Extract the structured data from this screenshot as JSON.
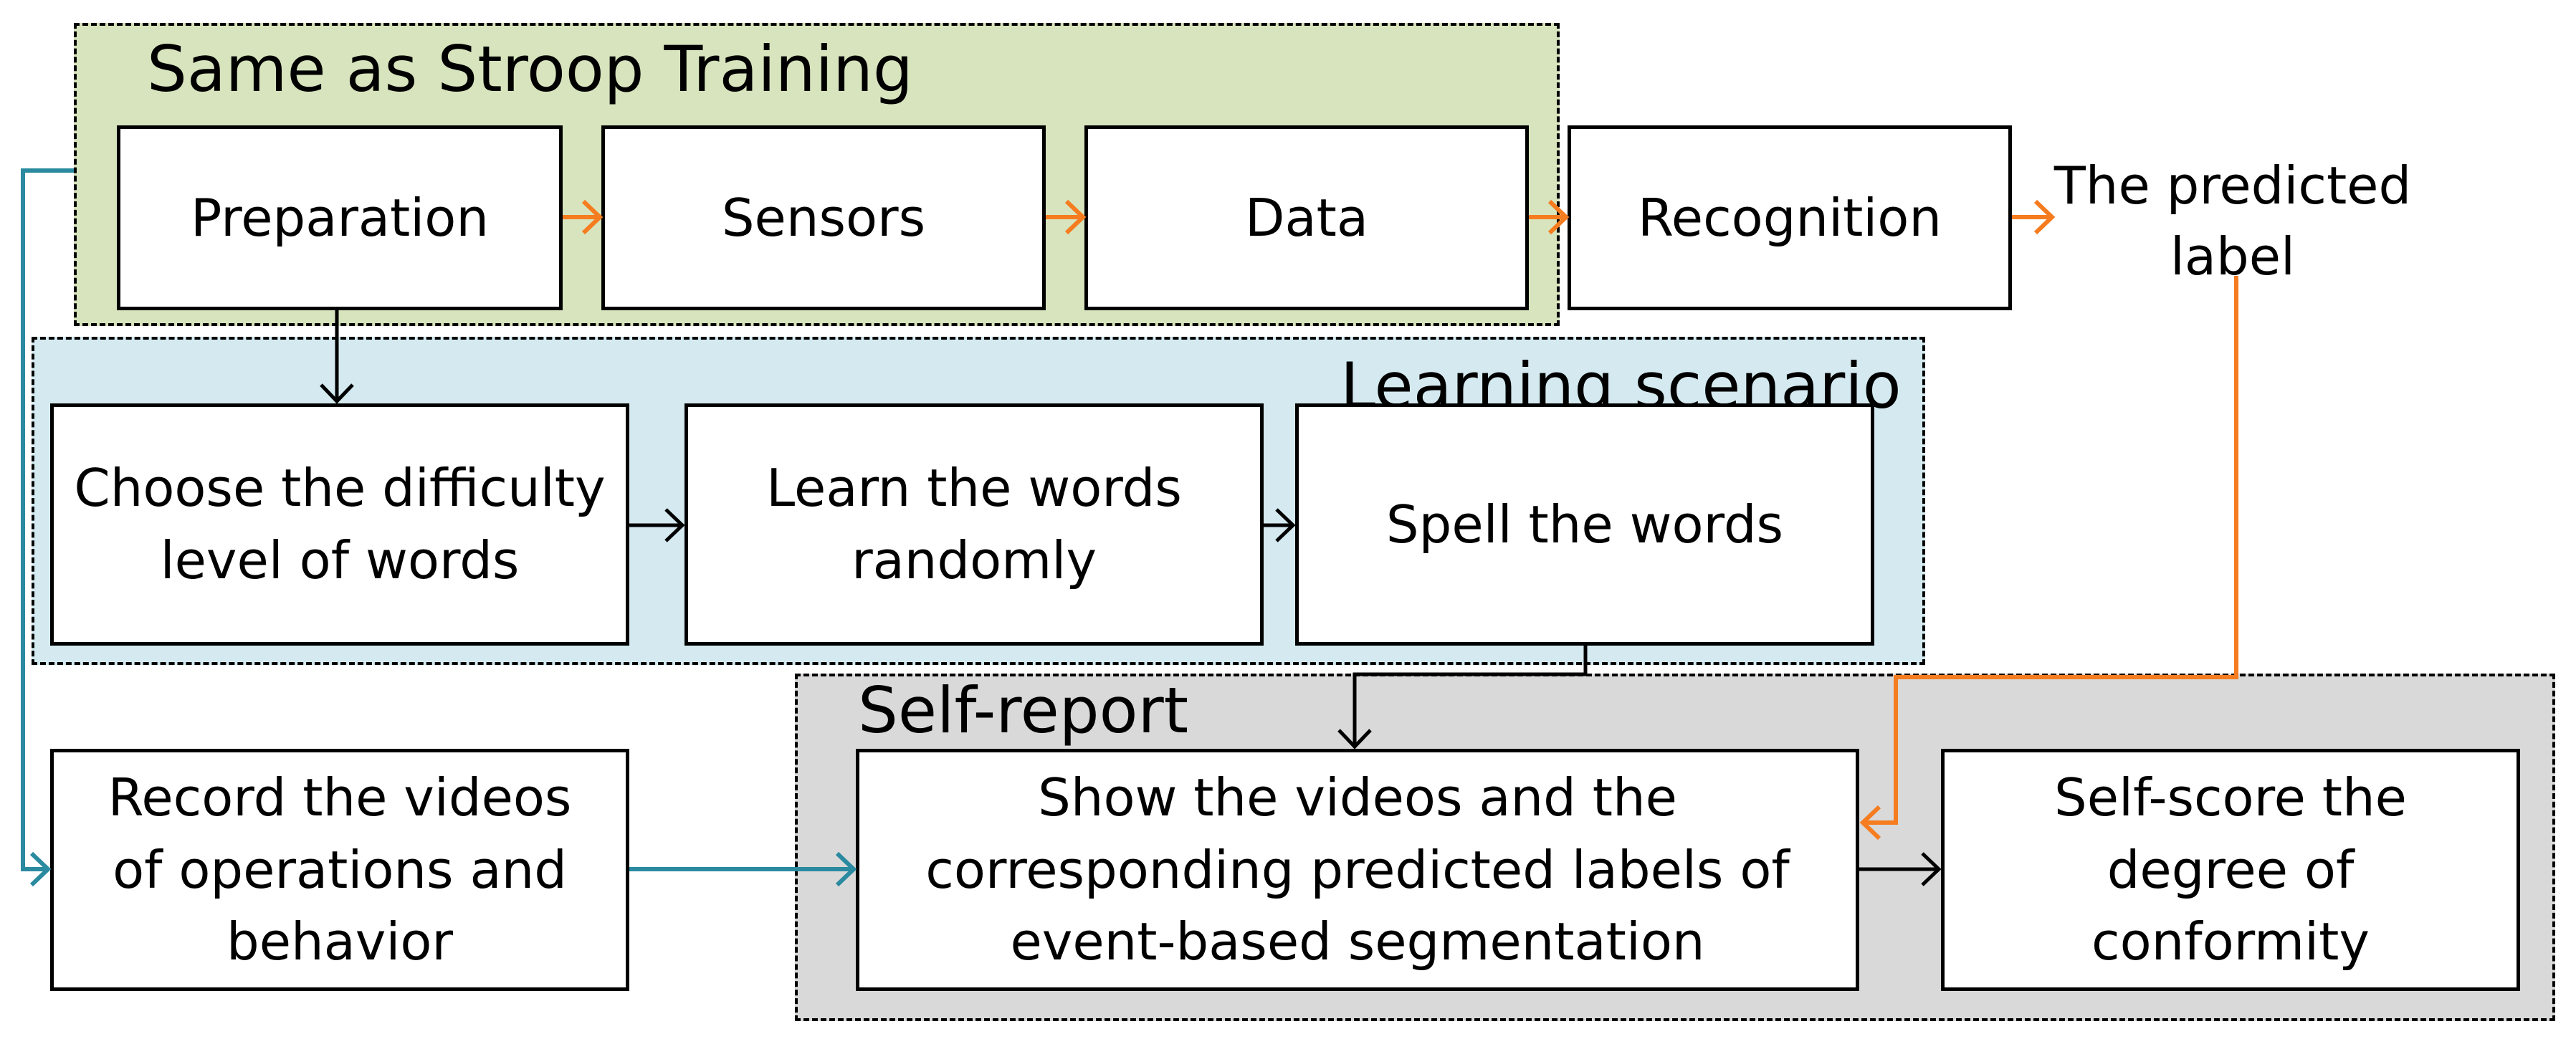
{
  "colors": {
    "stroop_group_bg": "#d7e4bd",
    "learning_group_bg": "#d4eaf0",
    "selfreport_group_bg": "#d9d9d9",
    "orange_arrow": "#f57c1f",
    "teal_arrow": "#2a8a9f",
    "black_arrow": "#000000"
  },
  "groups": {
    "stroop": {
      "title": "Same as Stroop Training"
    },
    "learning": {
      "title": "Learning scenario"
    },
    "selfreport": {
      "title": "Self-report"
    }
  },
  "nodes": {
    "preparation": "Preparation",
    "sensors": "Sensors",
    "data": "Data",
    "recognition": "Recognition",
    "predicted_label": "The predicted label",
    "choose_difficulty": "Choose the difficulty level of words",
    "learn_words": "Learn the words randomly",
    "spell_words": "Spell the words",
    "record_videos": "Record the videos of operations and behavior",
    "show_videos": "Show the videos and the corresponding predicted labels of event-based segmentation",
    "self_score": "Self-score the degree of conformity"
  }
}
